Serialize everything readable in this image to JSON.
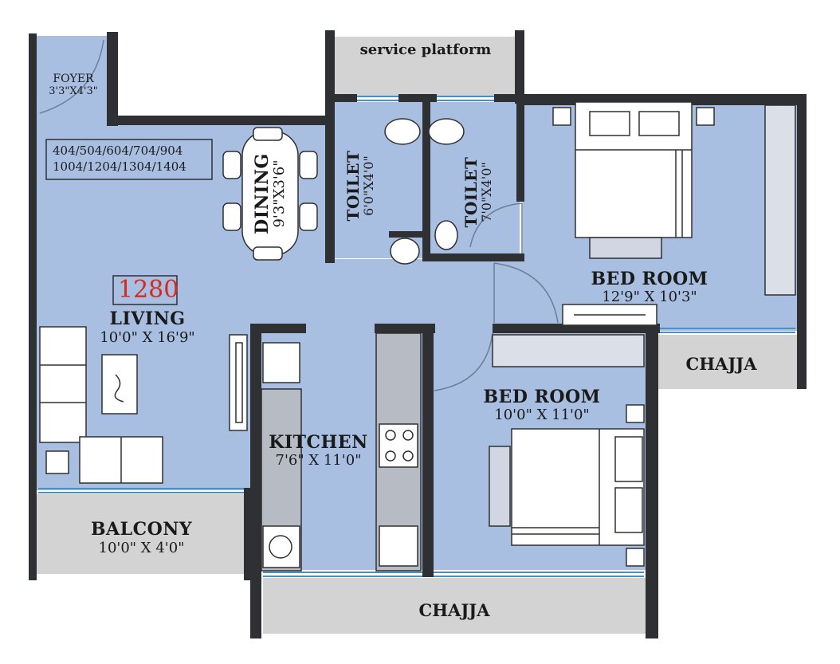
{
  "unit_codes": {
    "line1": "404/504/604/704/904",
    "line2": "1004/1204/1304/1404"
  },
  "area_badge": {
    "value": "1280",
    "color": "#d62a1e"
  },
  "colors": {
    "floor": "#a9bfe2",
    "wall": "#2f3033",
    "outdoor": "#d3d3d3",
    "furniture": "#ffffff",
    "accent_line": "#4b8fc7"
  },
  "rooms": {
    "foyer": {
      "name": "FOYER",
      "dim": "3'3\"X4'3\""
    },
    "living": {
      "name": "LIVING",
      "dim": "10'0\" X 16'9\""
    },
    "dining": {
      "name": "DINING",
      "dim": "9'3\"X3'6\""
    },
    "toilet1": {
      "name": "TOILET",
      "dim": "6'0\"X4'0\""
    },
    "toilet2": {
      "name": "TOILET",
      "dim": "7'0\"X4'0\""
    },
    "service": {
      "name": "service platform"
    },
    "bedroom1": {
      "name": "BED ROOM",
      "dim": "12'9\" X 10'3\""
    },
    "bedroom2": {
      "name": "BED ROOM",
      "dim": "10'0\" X 11'0\""
    },
    "kitchen": {
      "name": "KITCHEN",
      "dim": "7'6\" X 11'0\""
    },
    "balcony": {
      "name": "BALCONY",
      "dim": "10'0\" X 4'0\""
    },
    "chajja_right": {
      "name": "CHAJJA"
    },
    "chajja_bottom": {
      "name": "CHAJJA"
    }
  }
}
